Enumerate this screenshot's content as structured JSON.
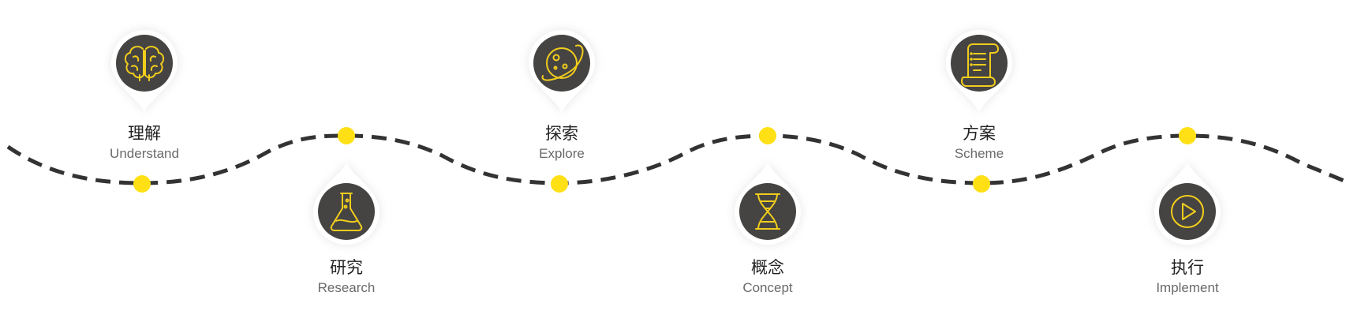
{
  "theme": {
    "accent": "#ffe014",
    "icon_disc": "#454443",
    "icon_line": "#f2cd1c",
    "path_color": "#333333",
    "pin_bg": "#ffffff"
  },
  "steps": [
    {
      "zh": "理解",
      "en": "Understand",
      "icon": "brain-icon"
    },
    {
      "zh": "研究",
      "en": "Research",
      "icon": "flask-icon"
    },
    {
      "zh": "探索",
      "en": "Explore",
      "icon": "planet-icon"
    },
    {
      "zh": "概念",
      "en": "Concept",
      "icon": "dna-icon"
    },
    {
      "zh": "方案",
      "en": "Scheme",
      "icon": "scroll-icon"
    },
    {
      "zh": "执行",
      "en": "Implement",
      "icon": "play-icon"
    }
  ]
}
